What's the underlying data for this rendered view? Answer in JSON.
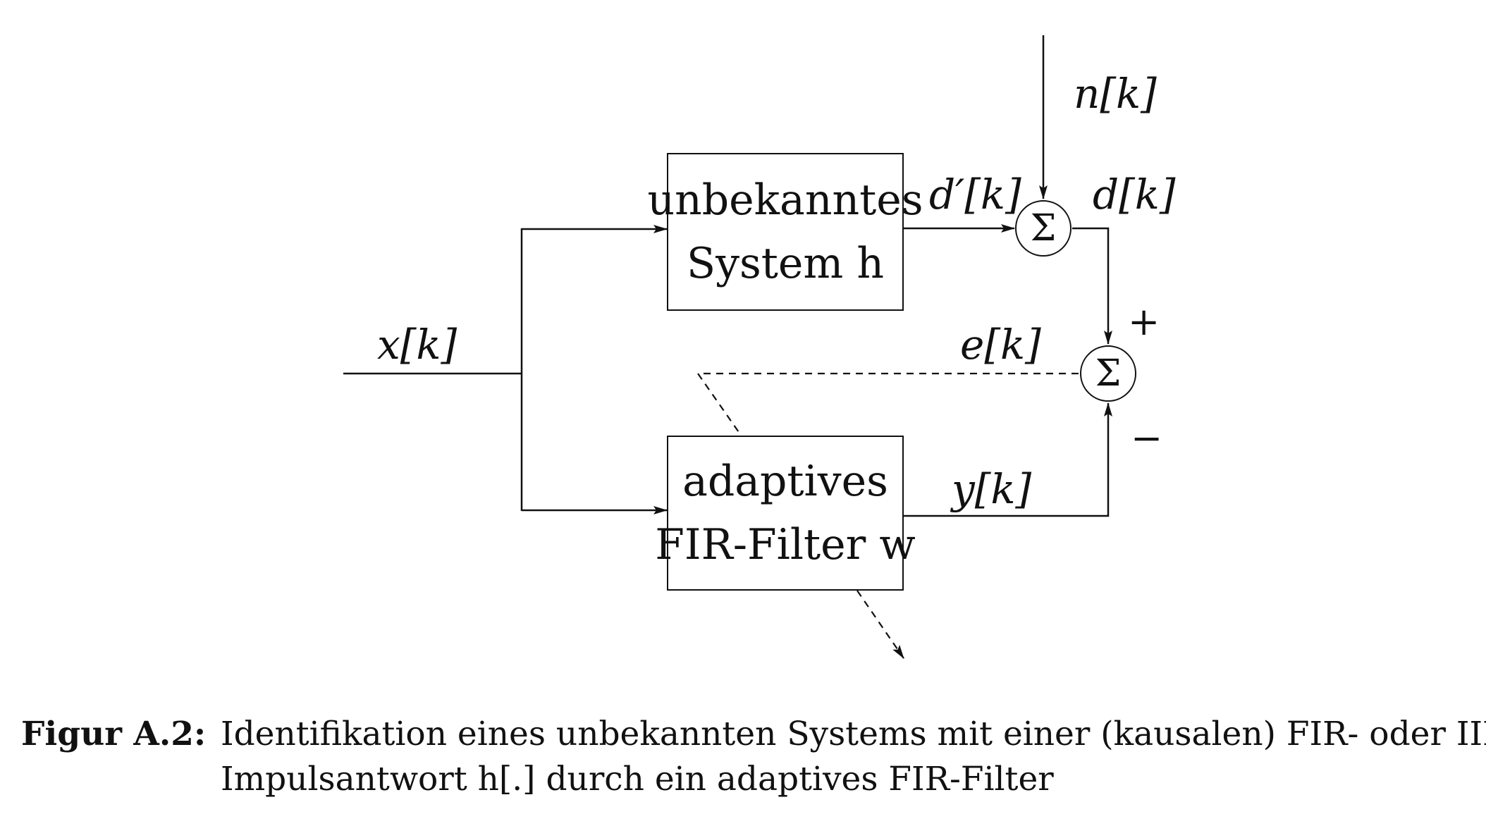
{
  "blocks": {
    "unknown_system": {
      "line1": "unbekanntes",
      "line2": "System h"
    },
    "adaptive_filter": {
      "line1": "adaptives",
      "line2": "FIR-Filter w"
    }
  },
  "signals": {
    "x": "x[k]",
    "n": "n[k]",
    "d_prime": "d′[k]",
    "d": "d[k]",
    "e": "e[k]",
    "y": "y[k]"
  },
  "operators": {
    "sum_symbol": "Σ",
    "plus": "+",
    "minus": "−"
  },
  "caption": {
    "label": "Figur A.2:",
    "line1": "Identifikation eines unbekannten Systems mit einer (kausalen) FIR- oder IIR-",
    "line2": "Impulsantwort h[.] durch ein adaptives FIR-Filter"
  }
}
